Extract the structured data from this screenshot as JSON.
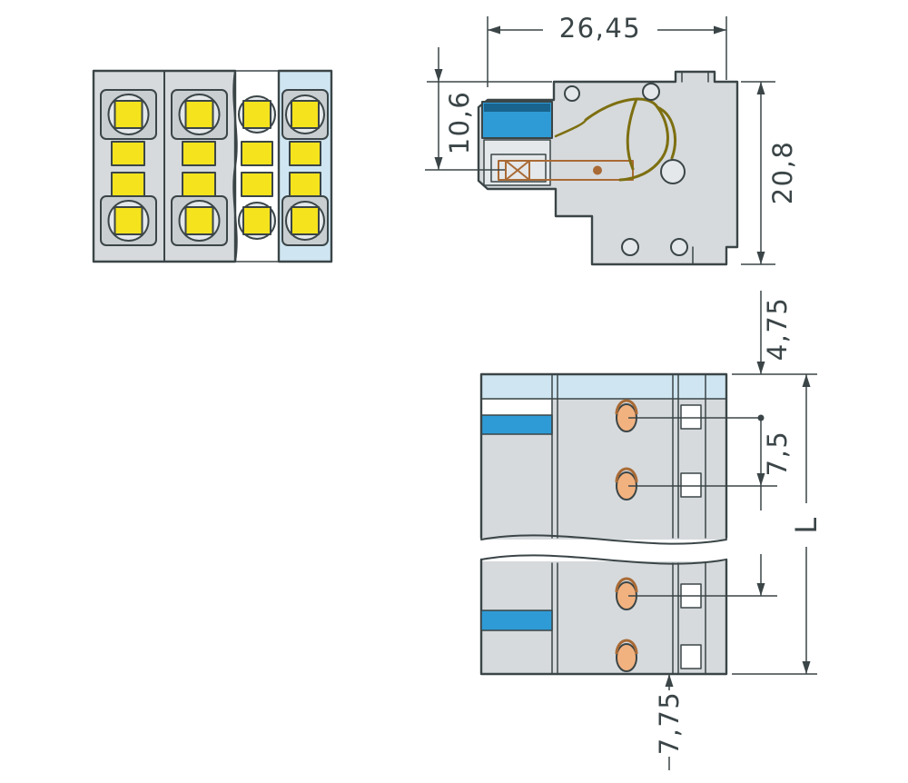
{
  "dimensions": {
    "width": "26,45",
    "entry_height": "10,6",
    "overall_height": "20,8",
    "edge_to_center": "4,75",
    "pitch": "7,5",
    "overall_length": "L",
    "bottom_to_center": "7,75"
  },
  "colors": {
    "line": "#3b4547",
    "body": "#d6dadd",
    "housing": "#c9ced1",
    "screw": "#e4e8ea",
    "yellow": "#f5e31d",
    "light_blue": "#cfe6f2",
    "blue": "#2f9bd6",
    "blue_dark": "#19648e",
    "copper": "#f2b27f",
    "copper_dark": "#a96a35",
    "spring": "#7d6f10",
    "paper": "#ffffff"
  }
}
